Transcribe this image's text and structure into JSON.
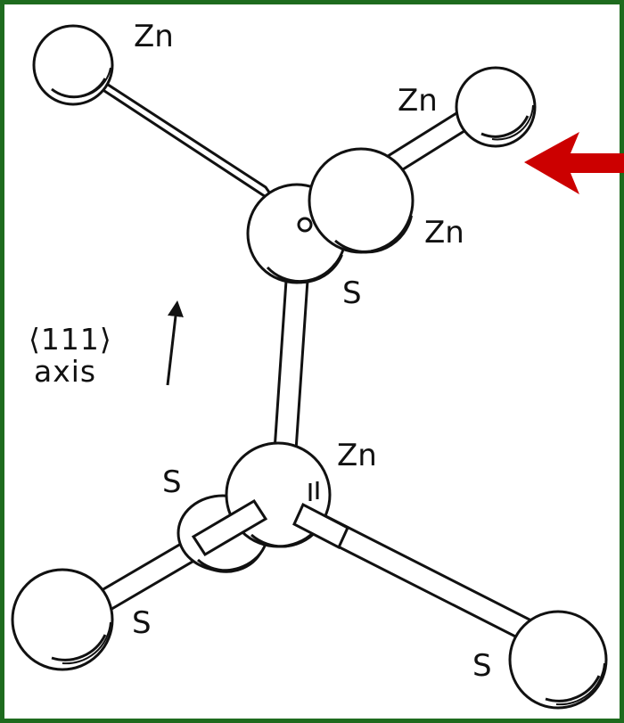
{
  "labels": {
    "zn_top_left": "Zn",
    "zn_top_right": "Zn",
    "zn_front": "Zn",
    "s_upper": "S",
    "zn_lower": "Zn",
    "s_lower_back": "S",
    "s_lower_left": "S",
    "s_lower_right": "S",
    "axis_line1": "⟨111⟩",
    "axis_line2": "axis"
  },
  "colors": {
    "border": "#1e6b1e",
    "pointer_arrow": "#cc0000",
    "ink": "#111111"
  }
}
